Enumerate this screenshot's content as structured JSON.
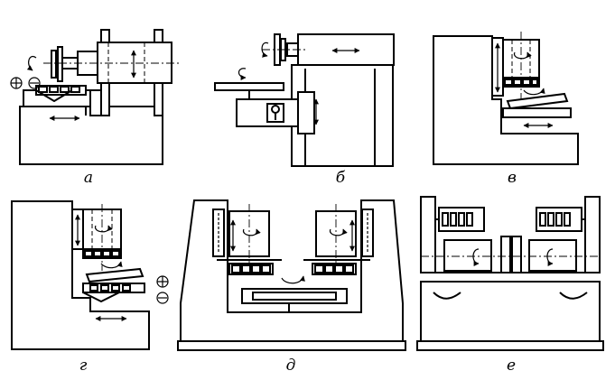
{
  "figure": {
    "captions": {
      "a": "а",
      "b": "б",
      "v": "в",
      "g": "г",
      "d": "д",
      "e": "е"
    }
  }
}
